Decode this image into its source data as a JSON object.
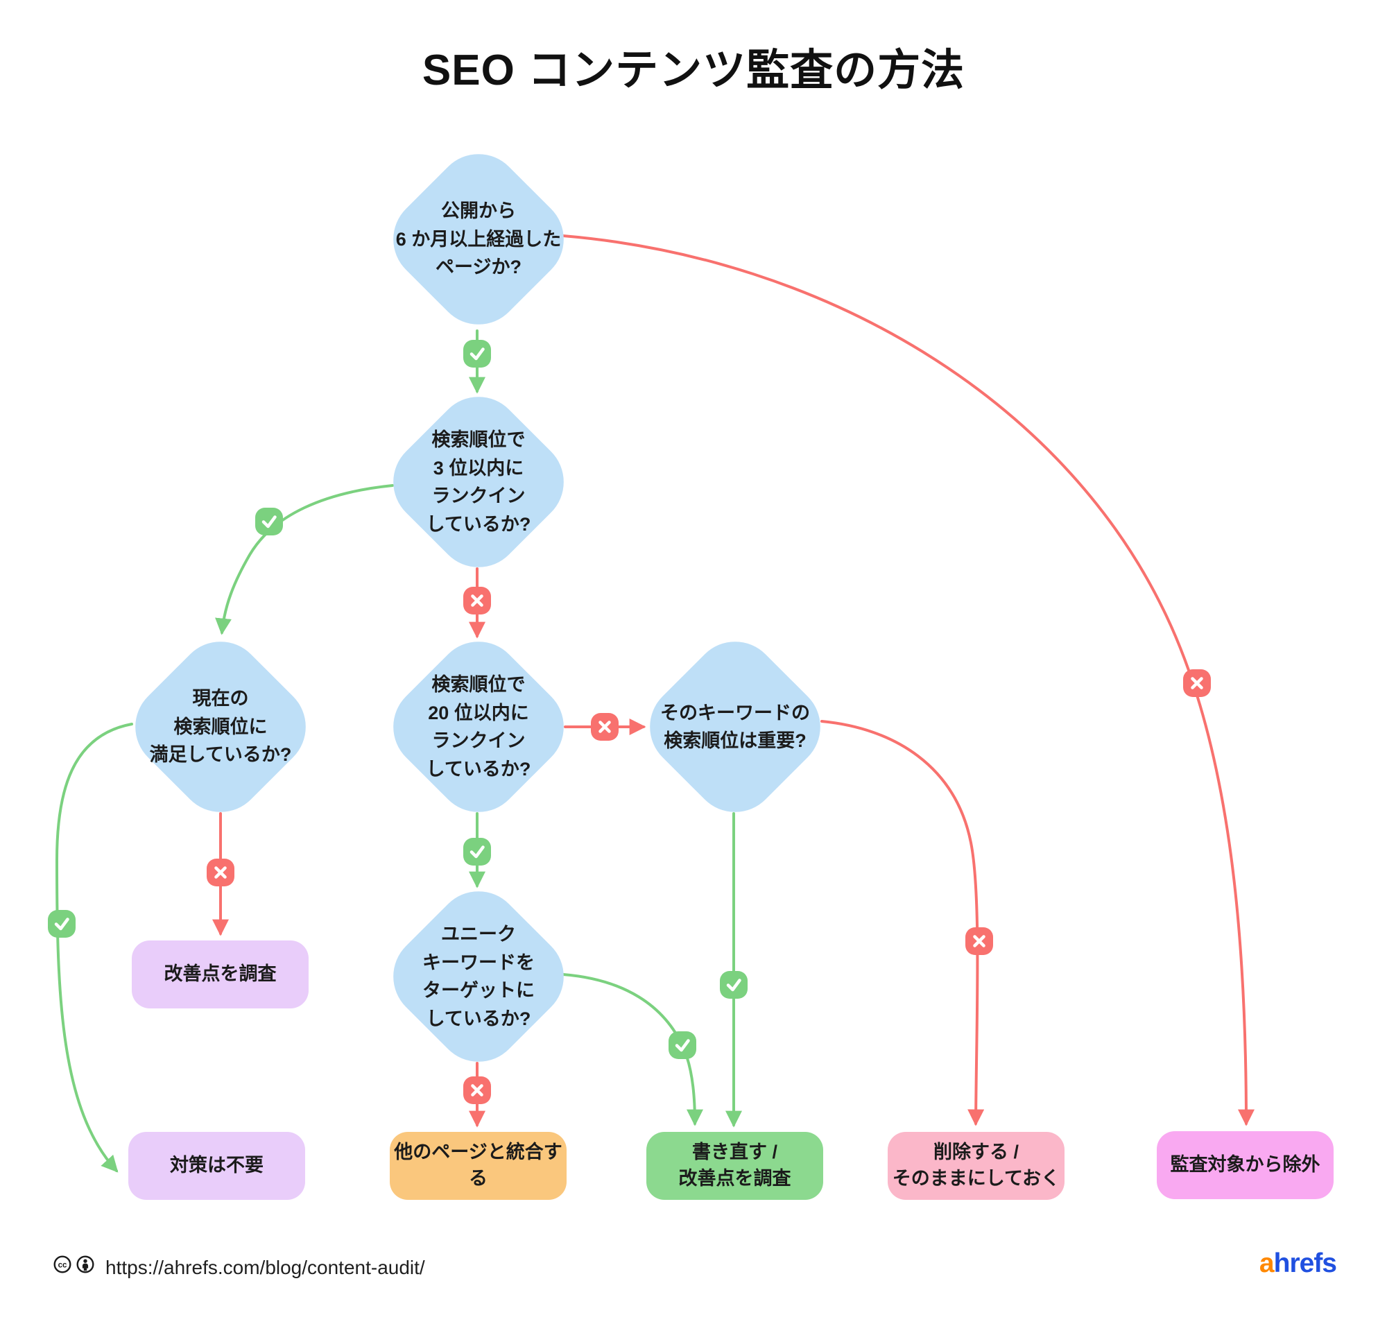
{
  "title": "SEO コンテンツ監査の方法",
  "palette": {
    "node_fill": "#BEDFF7",
    "yes_color": "#7BD17F",
    "no_color": "#F8716E",
    "outcome_lavender": "#E9CDFA",
    "outcome_orange": "#FAC77D",
    "outcome_green": "#8CD98F",
    "outcome_pink": "#FBB7C9",
    "outcome_magenta": "#F9A9F1",
    "brand_orange": "#FF8800",
    "brand_blue": "#2050E0",
    "text_color": "#1b1b1b"
  },
  "flowchart": {
    "decisions": [
      {
        "id": "published-6-months",
        "label": "公開から\n6 か月以上経過した\nページか?"
      },
      {
        "id": "rank-top-3",
        "label": "検索順位で\n3 位以内に\nランクイン\nしているか?"
      },
      {
        "id": "satisfied-with-rank",
        "label": "現在の\n検索順位に\n満足しているか?"
      },
      {
        "id": "rank-top-20",
        "label": "検索順位で\n20 位以内に\nランクイン\nしているか?"
      },
      {
        "id": "keyword-rank-important",
        "label": "そのキーワードの\n検索順位は重要?"
      },
      {
        "id": "targets-unique-keyword",
        "label": "ユニーク\nキーワードを\nターゲットに\nしているか?"
      }
    ],
    "outcomes": [
      {
        "id": "investigate-improvements",
        "label": "改善点を調査",
        "color": "lavender"
      },
      {
        "id": "no-action-needed",
        "label": "対策は不要",
        "color": "lavender"
      },
      {
        "id": "merge-with-other-pages",
        "label": "他のページと統合する",
        "color": "orange"
      },
      {
        "id": "rewrite-investigate",
        "label": "書き直す /\n改善点を調査",
        "color": "green"
      },
      {
        "id": "delete-or-leave",
        "label": "削除する /\nそのままにしておく",
        "color": "pink"
      },
      {
        "id": "exclude-from-audit",
        "label": "監査対象から除外",
        "color": "magenta"
      }
    ],
    "connectors": [
      {
        "from": "published-6-months",
        "to": "rank-top-3",
        "answer": "yes"
      },
      {
        "from": "published-6-months",
        "to": "exclude-from-audit",
        "answer": "no"
      },
      {
        "from": "rank-top-3",
        "to": "satisfied-with-rank",
        "answer": "yes"
      },
      {
        "from": "rank-top-3",
        "to": "rank-top-20",
        "answer": "no"
      },
      {
        "from": "satisfied-with-rank",
        "to": "no-action-needed",
        "answer": "yes"
      },
      {
        "from": "satisfied-with-rank",
        "to": "investigate-improvements",
        "answer": "no"
      },
      {
        "from": "rank-top-20",
        "to": "targets-unique-keyword",
        "answer": "yes"
      },
      {
        "from": "rank-top-20",
        "to": "keyword-rank-important",
        "answer": "no"
      },
      {
        "from": "keyword-rank-important",
        "to": "rewrite-investigate",
        "answer": "yes"
      },
      {
        "from": "keyword-rank-important",
        "to": "delete-or-leave",
        "answer": "no"
      },
      {
        "from": "targets-unique-keyword",
        "to": "rewrite-investigate",
        "answer": "yes"
      },
      {
        "from": "targets-unique-keyword",
        "to": "merge-with-other-pages",
        "answer": "no"
      }
    ]
  },
  "footer": {
    "cc_text": "cc",
    "url": "https://ahrefs.com/blog/content-audit/",
    "brand": {
      "prefix": "a",
      "rest": "hrefs"
    }
  }
}
